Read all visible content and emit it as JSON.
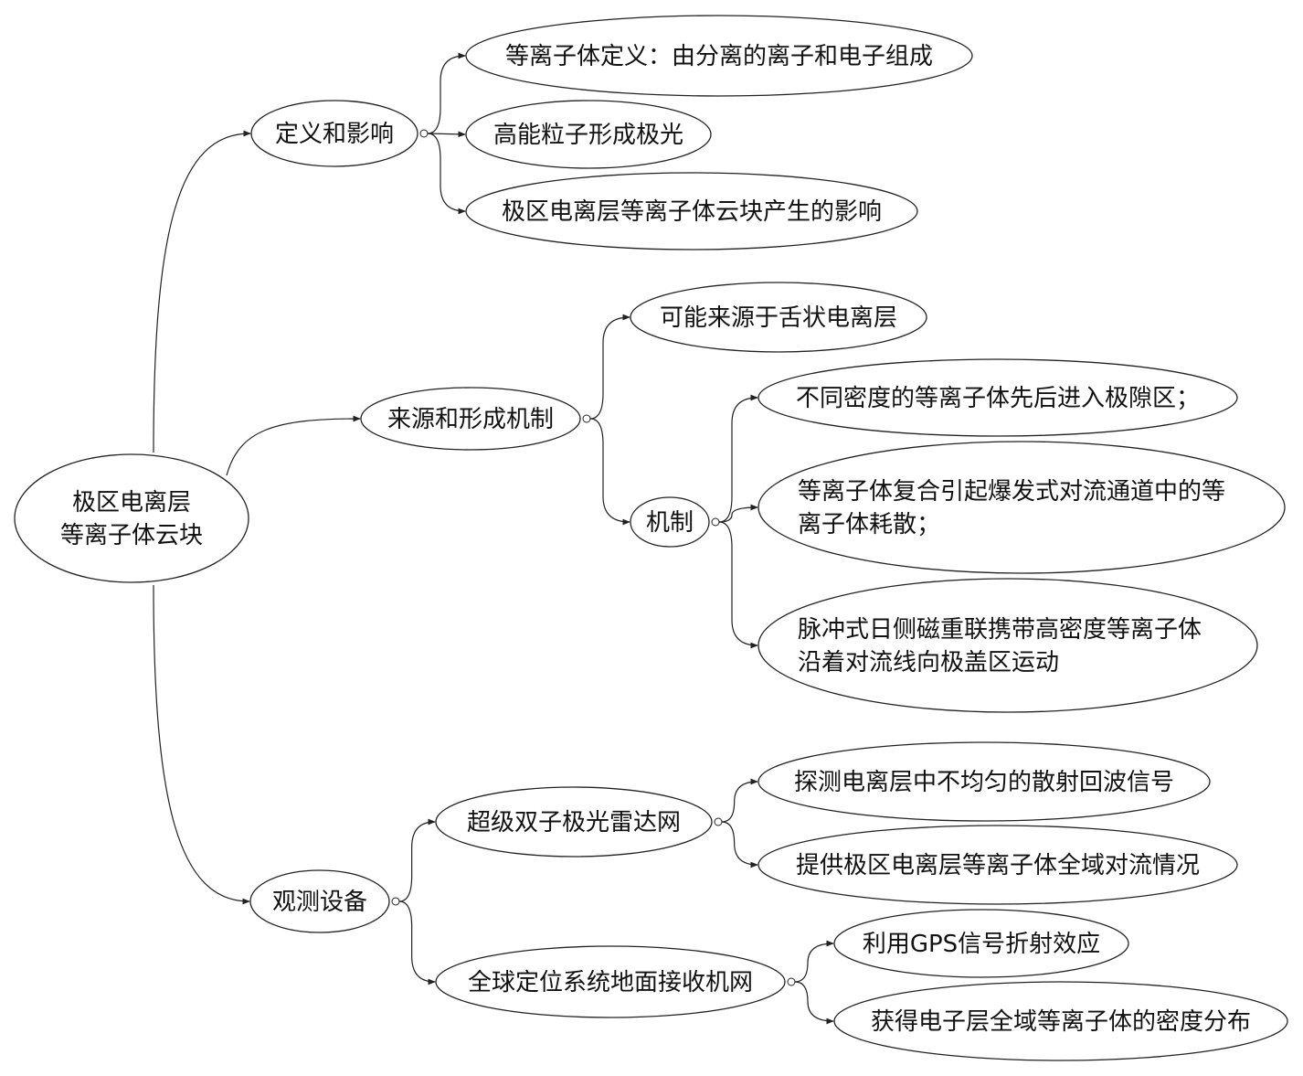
{
  "nodes": [
    {
      "id": "root",
      "lines": [
        "极区电离层",
        "等离子体云块"
      ]
    },
    {
      "id": "def",
      "lines": [
        "定义和影响"
      ]
    },
    {
      "id": "def1",
      "lines": [
        "等离子体定义：由分离的离子和电子组成"
      ]
    },
    {
      "id": "def2",
      "lines": [
        "高能粒子形成极光"
      ]
    },
    {
      "id": "def3",
      "lines": [
        "极区电离层等离子体云块产生的影响"
      ]
    },
    {
      "id": "src",
      "lines": [
        "来源和形成机制"
      ]
    },
    {
      "id": "src1",
      "lines": [
        "可能来源于舌状电离层"
      ]
    },
    {
      "id": "mech",
      "lines": [
        "机制"
      ]
    },
    {
      "id": "mech1",
      "lines": [
        "不同密度的等离子体先后进入极隙区；"
      ]
    },
    {
      "id": "mech2",
      "lines": [
        "等离子体复合引起爆发式对流通道中的等",
        "离子体耗散；"
      ]
    },
    {
      "id": "mech3",
      "lines": [
        "脉冲式日侧磁重联携带高密度等离子体",
        "沿着对流线向极盖区运动"
      ]
    },
    {
      "id": "obs",
      "lines": [
        "观测设备"
      ]
    },
    {
      "id": "radar",
      "lines": [
        "超级双子极光雷达网"
      ]
    },
    {
      "id": "radar1",
      "lines": [
        "探测电离层中不均匀的散射回波信号"
      ]
    },
    {
      "id": "radar2",
      "lines": [
        "提供极区电离层等离子体全域对流情况"
      ]
    },
    {
      "id": "gps",
      "lines": [
        "全球定位系统地面接收机网"
      ]
    },
    {
      "id": "gps1",
      "lines": [
        "利用GPS信号折射效应"
      ]
    },
    {
      "id": "gps2",
      "lines": [
        "获得电子层全域等离子体的密度分布"
      ]
    }
  ],
  "edges": [
    [
      "root",
      "def"
    ],
    [
      "root",
      "src"
    ],
    [
      "root",
      "obs"
    ],
    [
      "def",
      "def1"
    ],
    [
      "def",
      "def2"
    ],
    [
      "def",
      "def3"
    ],
    [
      "src",
      "src1"
    ],
    [
      "src",
      "mech"
    ],
    [
      "mech",
      "mech1"
    ],
    [
      "mech",
      "mech2"
    ],
    [
      "mech",
      "mech3"
    ],
    [
      "obs",
      "radar"
    ],
    [
      "obs",
      "gps"
    ],
    [
      "radar",
      "radar1"
    ],
    [
      "radar",
      "radar2"
    ],
    [
      "gps",
      "gps1"
    ],
    [
      "gps",
      "gps2"
    ]
  ]
}
